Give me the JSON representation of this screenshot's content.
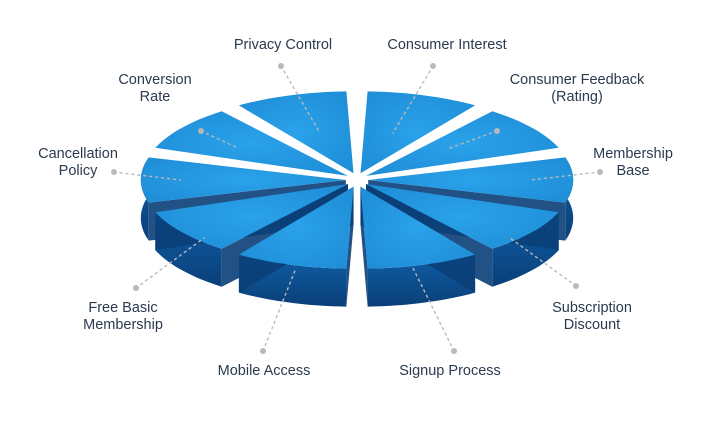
{
  "diagram": {
    "colors": {
      "top": "#1f8fd8",
      "top_inner": "#2aa2ea",
      "side": "#0f5fa8",
      "side_dark": "#0a3f78",
      "leader": "#b9b9b9",
      "label": "#2b3a4f"
    },
    "segments": [
      {
        "label": "Consumer Interest"
      },
      {
        "label": "Consumer Feedback\n(Rating)"
      },
      {
        "label": "Membership\nBase"
      },
      {
        "label": "Subscription\nDiscount"
      },
      {
        "label": "Signup Process"
      },
      {
        "label": "Mobile Access"
      },
      {
        "label": "Free Basic\nMembership"
      },
      {
        "label": "Cancellation\nPolicy"
      },
      {
        "label": "Conversion\nRate"
      },
      {
        "label": "Privacy Control"
      }
    ]
  }
}
